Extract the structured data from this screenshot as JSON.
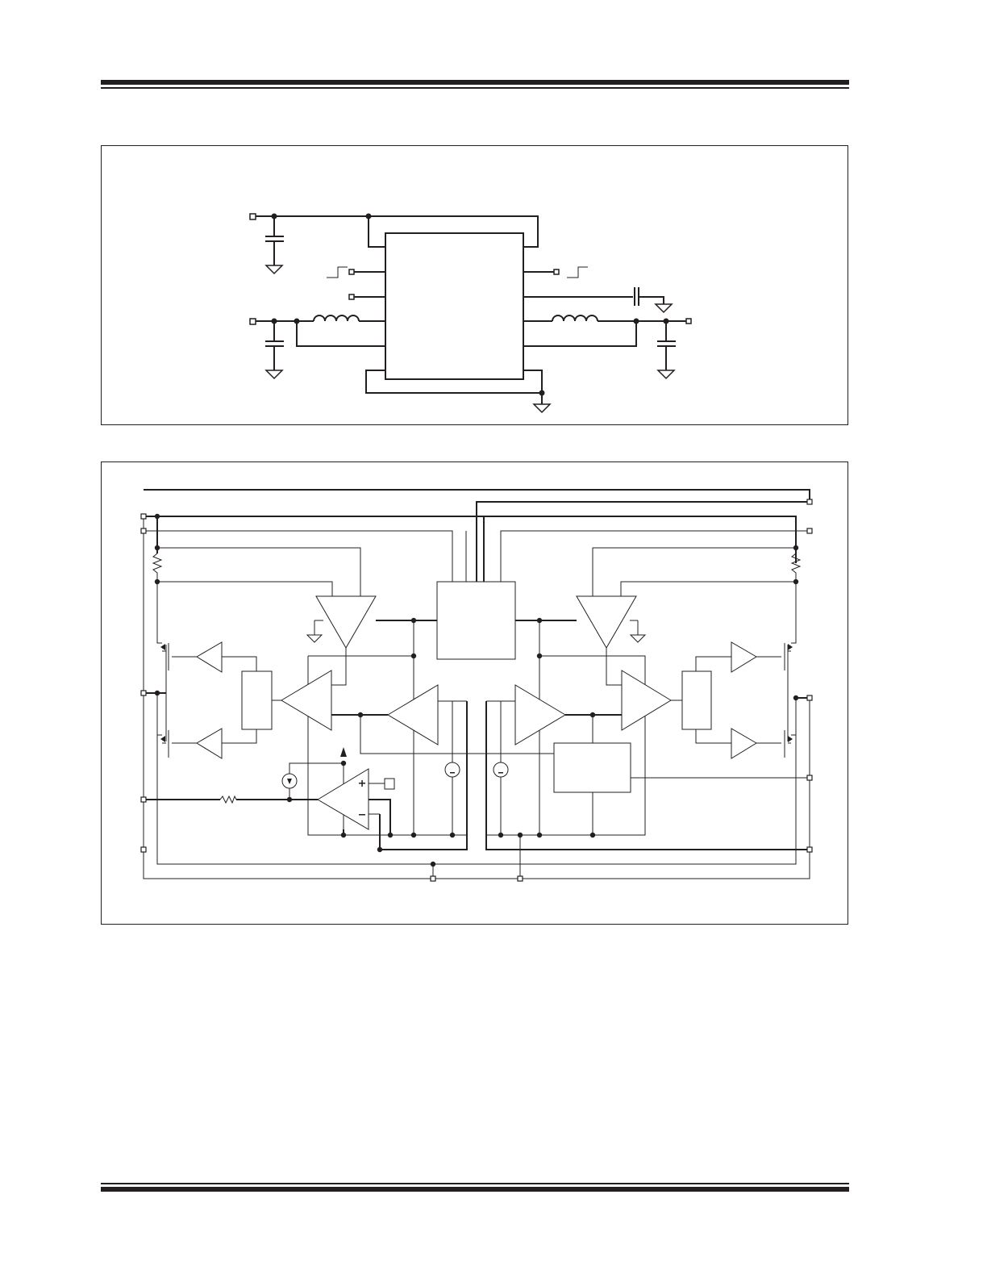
{
  "page": {
    "header_rule": "double",
    "footer_rule": "double",
    "line_color": "#231f20"
  },
  "figures": [
    {
      "kind": "typical-application-circuit"
    },
    {
      "kind": "functional-block-diagram"
    }
  ]
}
